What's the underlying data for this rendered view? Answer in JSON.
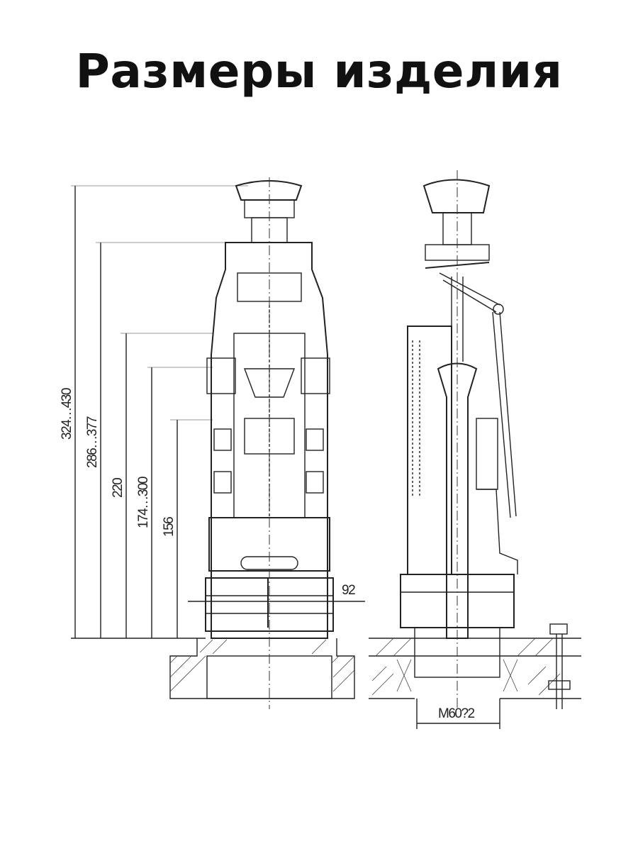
{
  "title": "Размеры изделия",
  "dimensions": {
    "total_height": "324…430",
    "overflow_height": "286…377",
    "fixed_height": "220",
    "mid_height": "174…300",
    "float_height": "156",
    "base_width": "92",
    "thread": "M60?2"
  }
}
